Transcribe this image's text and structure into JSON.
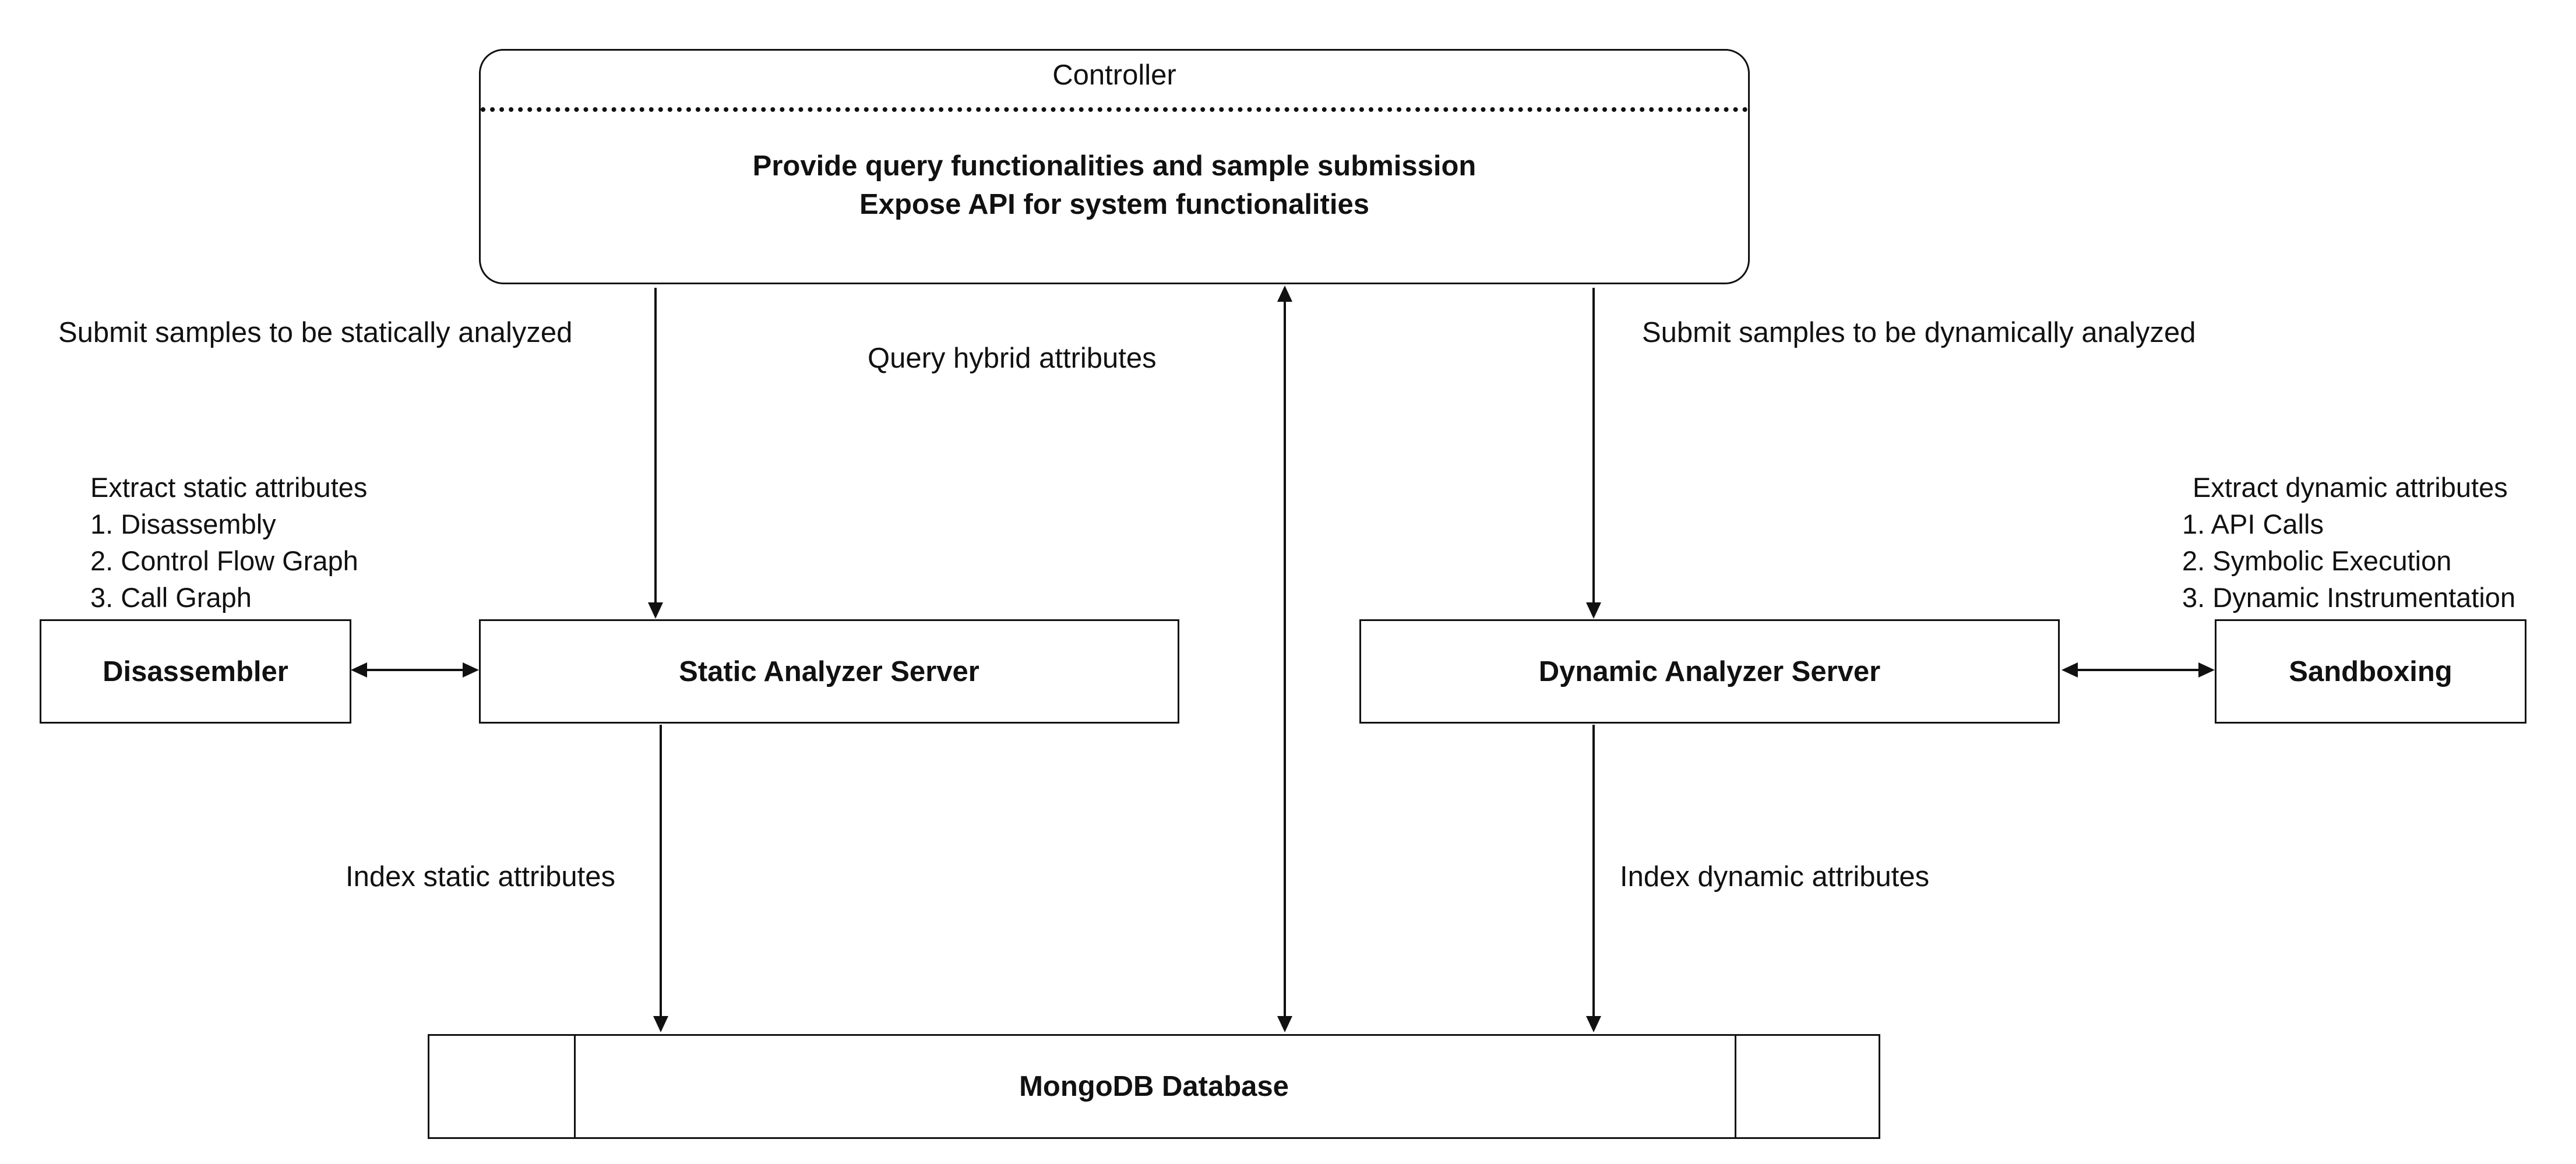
{
  "controller": {
    "title": "Controller",
    "description_line1": "Provide query functionalities and sample submission",
    "description_line2": "Expose API for system functionalities"
  },
  "components": {
    "disassembler": "Disassembler",
    "static_server": "Static Analyzer Server",
    "dynamic_server": "Dynamic Analyzer Server",
    "sandboxing": "Sandboxing",
    "database": "MongoDB Database"
  },
  "edges": {
    "submit_static": "Submit samples to be statically analyzed",
    "query_hybrid": "Query hybrid attributes",
    "submit_dynamic": "Submit samples to be dynamically analyzed",
    "index_static": "Index static attributes",
    "index_dynamic": "Index dynamic attributes"
  },
  "static_notes": {
    "heading": "Extract static attributes",
    "items": [
      "1. Disassembly",
      "2. Control Flow Graph",
      "3. Call Graph"
    ]
  },
  "dynamic_notes": {
    "heading": "Extract dynamic attributes",
    "items": [
      "1. API Calls",
      "2. Symbolic Execution",
      "3. Dynamic Instrumentation"
    ]
  }
}
